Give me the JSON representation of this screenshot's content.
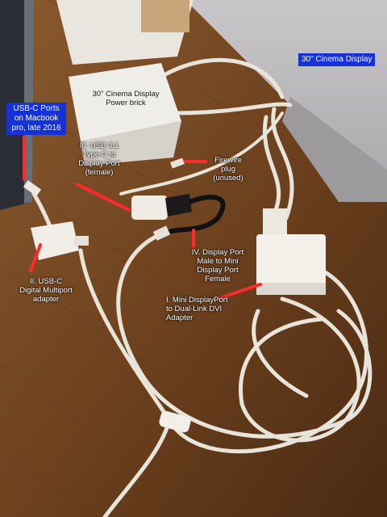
{
  "labels": {
    "cinema_display": "30\" Cinema Display",
    "usbc_ports": [
      "USB-C Ports",
      "on Macbook",
      "pro, late 2016"
    ],
    "power_brick": [
      "30\" Cinema Display",
      "Power brick"
    ],
    "usb31": [
      "III.  USB 3.1",
      "Type C  to",
      "Display Port",
      "(female)"
    ],
    "firewire": [
      "Firewire",
      "plug",
      "(unused)"
    ],
    "dp_male": [
      "IV.  Display Port",
      "Male to Mini",
      "Display  Port",
      "Female"
    ],
    "multiport": [
      "II.  USB-C",
      "Digital Multiport",
      "adapter"
    ],
    "mini_dp_dvi": [
      "I.  Mini DisplayPort",
      "to Dual-Link DVI",
      "Adapter"
    ]
  },
  "colors": {
    "label_box": "#1432d8",
    "arrow": "#ff2a2a",
    "wood": "#6b3f1e",
    "cable": "#e8e4da"
  }
}
